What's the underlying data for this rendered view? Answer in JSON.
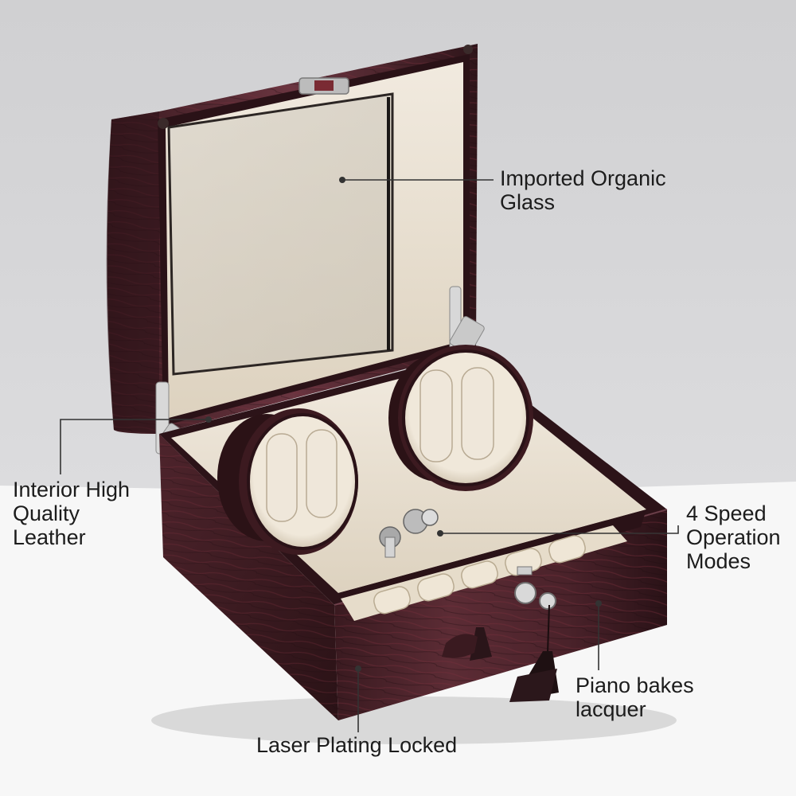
{
  "colors": {
    "backdrop_top": "#d6d6d8",
    "backdrop_bottom": "#f7f7f7",
    "wood_dark": "#2e1419",
    "wood_mid": "#5a2a33",
    "wood_light": "#7b4650",
    "leather_cream": "#ece3d3",
    "metal": "#cfcfcf",
    "callout_line": "#333333",
    "text": "#1c1c1c"
  },
  "callouts": {
    "glass": {
      "line1": "Imported Organic",
      "line2": "Glass"
    },
    "leather": {
      "line1": "Interior High",
      "line2": "Quality",
      "line3": "Leather"
    },
    "speed": {
      "line1": "4 Speed",
      "line2": "Operation",
      "line3": "Modes"
    },
    "lacquer": {
      "line1": "Piano bakes",
      "line2": "lacquer"
    },
    "lock": {
      "line1": "Laser Plating Locked"
    }
  }
}
